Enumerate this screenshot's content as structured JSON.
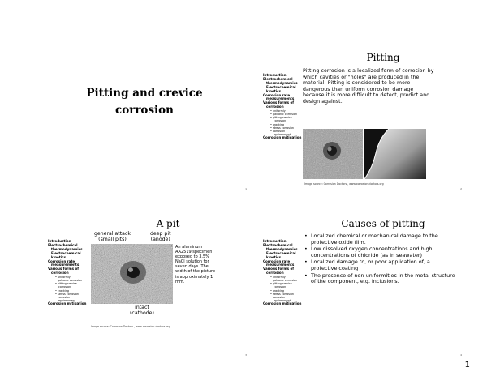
{
  "page_number": "1",
  "slide1": {
    "title_line1": "Pitting and crevice",
    "title_line2": "corrosion",
    "number": "1"
  },
  "nav": {
    "intro": "Introduction",
    "electrochemical": "Electrochemical",
    "thermo": "thermodynamics",
    "electrochemical2": "Electrochemical",
    "kinetics": "kinetics",
    "rate1": "Corrosion rate",
    "rate2": "measurements",
    "forms1": "Various forms of",
    "forms2": "corrosion",
    "forms": [
      "uniformly",
      "galvanic corrosion",
      "pitting/crevice",
      "corrosion",
      "cracking",
      "stress corrosion",
      "corrosion",
      "environment"
    ],
    "mitigation": "Corrosion mitigation"
  },
  "slide2": {
    "title": "Pitting",
    "body": "Pitting corrosion is a localized form of corrosion by which cavities or \"holes\" are produced in the material. Pitting is considered to be more dangerous than uniform corrosion damage because it is more difficult to detect, predict and design against.",
    "source": "Image source: Corrosion Doctors , www.corrosion-doctors.org",
    "number": "2"
  },
  "slide3": {
    "title": "A pit",
    "label_general1": "general attack",
    "label_general2": "(small pits)",
    "label_deep1": "deep pit",
    "label_deep2": "(anode)",
    "label_intact1": "intact",
    "label_intact2": "(cathode)",
    "side_text": "An aluminum AA2519 specimen exposed to 3.5% NaCl solution for seven days. The width of the picture is approximately 1 mm.",
    "source": "Image source: Corrosion Doctors , www.corrosion-doctors.org",
    "number": "3"
  },
  "slide4": {
    "title": "Causes of pitting",
    "bullets": [
      "Localized chemical or mechanical damage to the protective oxide film.",
      "Low dissolved oxygen concentrations and high concentrations of chloride (as in seawater)",
      "Localized damage to, or poor application of, a protective coating",
      "The presence of non-uniformities in the metal structure of the component, e.g. inclusions."
    ],
    "number": "4"
  }
}
